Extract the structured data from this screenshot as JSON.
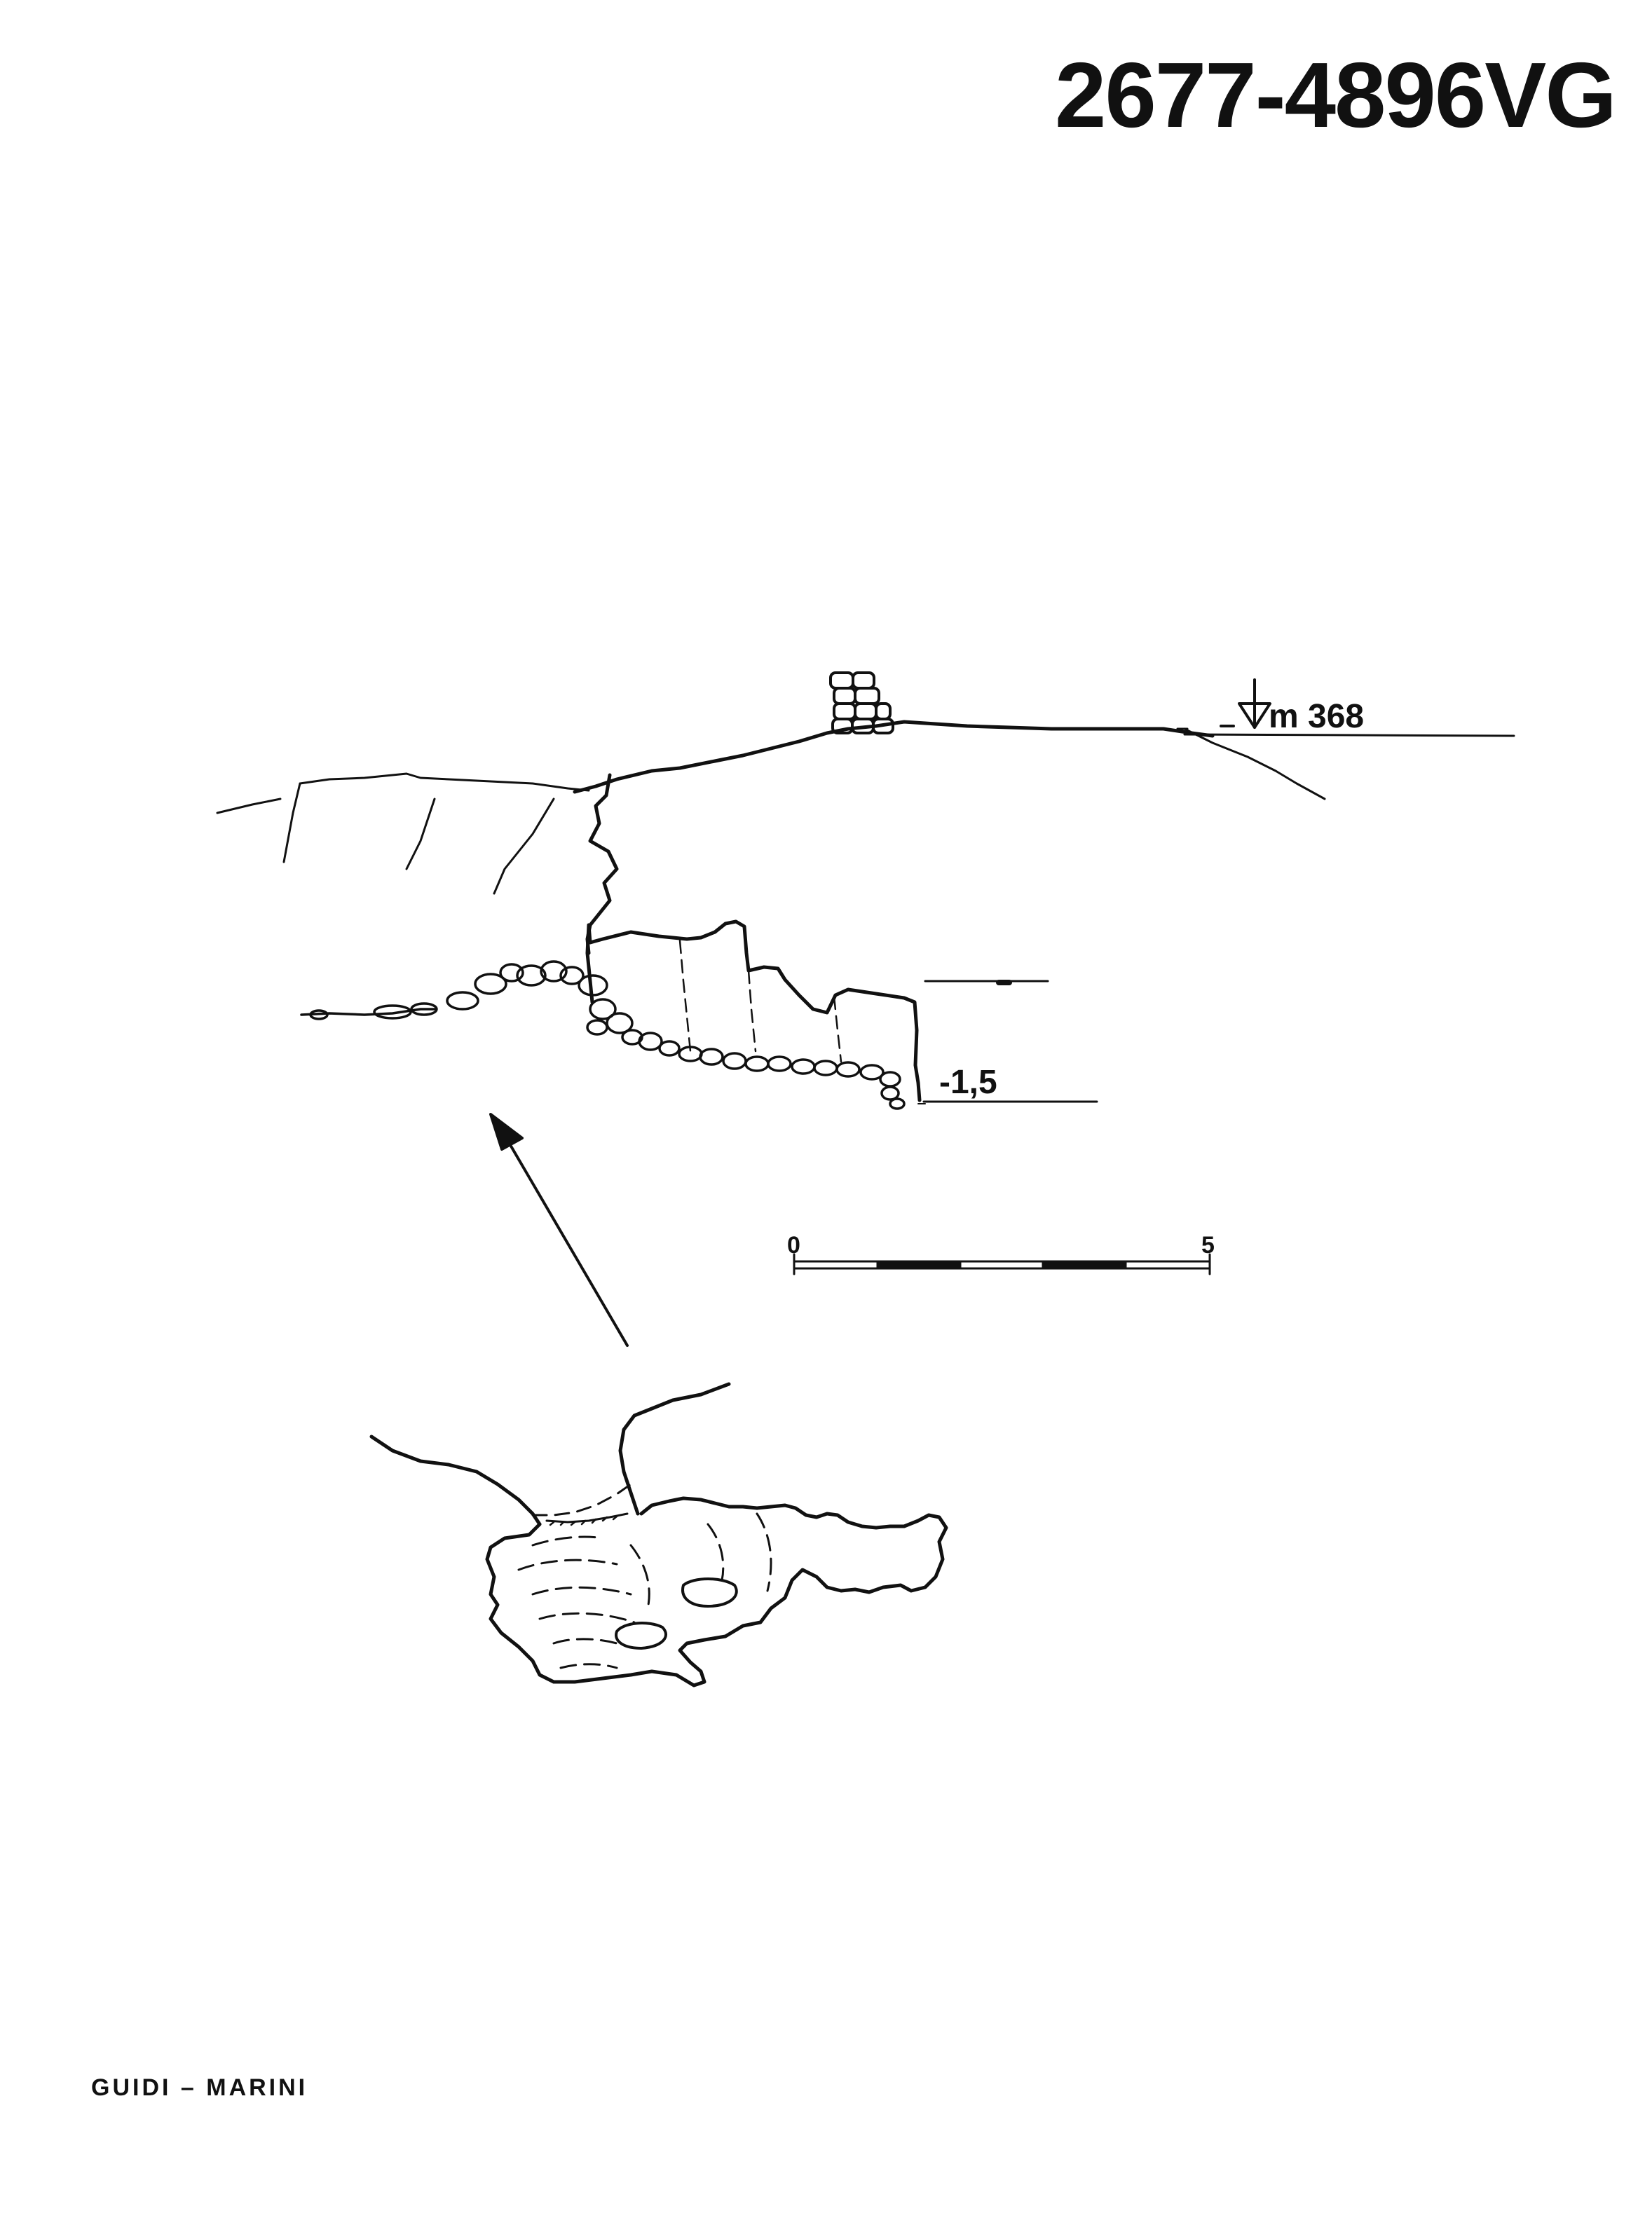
{
  "header": {
    "cave_id": "2677-4896VG"
  },
  "section": {
    "entrance_elevation": "m 368",
    "depth_label": "-1,5"
  },
  "scale": {
    "start": "0",
    "end": "5"
  },
  "footer": {
    "authors": "GUIDI – MARINI"
  }
}
